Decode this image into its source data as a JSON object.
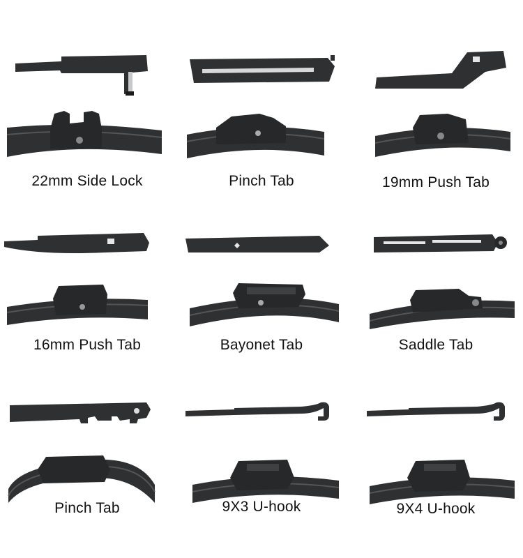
{
  "adapters": [
    {
      "name": "22mm Side Lock",
      "arm_style": "side-lock",
      "blade_style": "side-lock",
      "colors": {
        "body": "#2e3032"
      }
    },
    {
      "name": "Pinch Tab",
      "arm_style": "pinch-flat",
      "blade_style": "pinch",
      "colors": {
        "body": "#2e3032"
      }
    },
    {
      "name": "19mm Push Tab",
      "arm_style": "push-step",
      "blade_style": "push",
      "colors": {
        "body": "#2e3032"
      }
    },
    {
      "name": "16mm Push Tab",
      "arm_style": "push-taper",
      "blade_style": "push",
      "colors": {
        "body": "#2e3032"
      }
    },
    {
      "name": "Bayonet Tab",
      "arm_style": "bayonet",
      "blade_style": "bayonet",
      "colors": {
        "body": "#2e3032"
      }
    },
    {
      "name": "Saddle Tab",
      "arm_style": "saddle",
      "blade_style": "saddle",
      "colors": {
        "body": "#2e3032"
      }
    },
    {
      "name": "Pinch Tab",
      "arm_style": "pinch-notch",
      "blade_style": "pinch",
      "colors": {
        "body": "#2e3032"
      }
    },
    {
      "name": "9X3 U-hook",
      "arm_style": "u-hook",
      "blade_style": "u-hook",
      "colors": {
        "body": "#2e3032"
      }
    },
    {
      "name": "9X4 U-hook",
      "arm_style": "u-hook",
      "blade_style": "u-hook",
      "colors": {
        "body": "#2e3032"
      }
    }
  ]
}
